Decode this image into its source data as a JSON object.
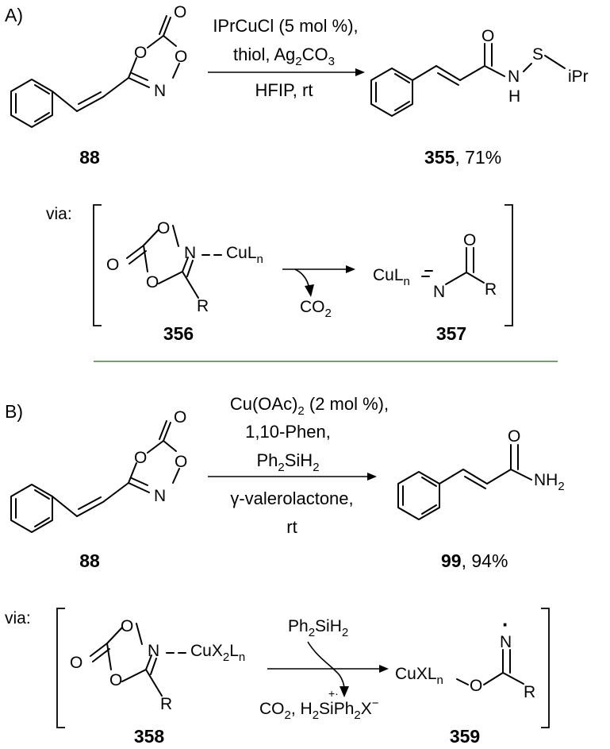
{
  "colors": {
    "separator": "#3a8a2e",
    "ink": "#000000"
  },
  "panel_a": {
    "label": "A)",
    "cond_line1": "IPrCuCl (5 mol %),",
    "cond_line2_pre": "thiol, Ag",
    "cond_line2_sub1": "2",
    "cond_line2_mid": "CO",
    "cond_line2_sub2": "3",
    "cond_line3": "HFIP, rt",
    "sm_number": "88",
    "product_number": "355",
    "product_yield": ", 71%",
    "atoms": {
      "O": "O",
      "N": "N",
      "H": "H",
      "S": "S",
      "iPr": "iPr"
    },
    "via": {
      "label": "via:",
      "cu_main": "CuL",
      "cu_sub": "n",
      "co2_main": "CO",
      "co2_sub": "2",
      "r": "R",
      "int1": "356",
      "int2": "357"
    }
  },
  "panel_b": {
    "label": "B)",
    "cond_line1_pre": "Cu(OAc)",
    "cond_line1_sub": "2",
    "cond_line1_post": " (2 mol %),",
    "cond_line2": "1,10-Phen,",
    "cond_line3_a": "Ph",
    "cond_line3_sub1": "2",
    "cond_line3_b": "SiH",
    "cond_line3_sub2": "2",
    "cond_line4": "γ-valerolactone,",
    "cond_line5": "rt",
    "sm_number": "88",
    "product_number": "99",
    "product_yield": ", 94%",
    "atoms": {
      "O": "O",
      "N": "N",
      "NH": "NH",
      "NH_sub": "2"
    },
    "via": {
      "label": "via:",
      "cu_a": "CuX",
      "cu_sub1": "2",
      "cu_b": "L",
      "cu_sub2": "n",
      "reagent_a": "Ph",
      "reagent_sub1": "2",
      "reagent_b": "SiH",
      "reagent_sub2": "2",
      "byp_a": "CO",
      "byp_sub1": "2",
      "byp_b": ", H",
      "byp_sub2": "2",
      "byp_c": "SiPh",
      "byp_sub3": "2",
      "byp_d": "X",
      "byp_sup": "−",
      "radcat": "+·",
      "cuxl_a": "CuXL",
      "cuxl_sub": "n",
      "r": "R",
      "dot": "·",
      "int1": "358",
      "int2": "359"
    }
  }
}
